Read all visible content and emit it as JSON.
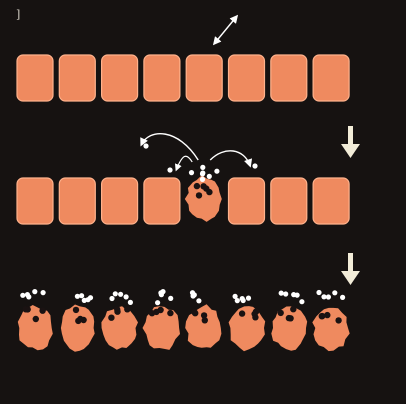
{
  "panel_label": "]",
  "colors": {
    "background": "#161211",
    "cell_fill": "#ef8a5f",
    "cell_edge": "#ffb28c",
    "vesicle": "#ffffff",
    "nucleus": "#1a1212",
    "arrow": "#f2ecd8",
    "curve": "#ffffff"
  },
  "rows": [
    {
      "name": "intact",
      "cells": 8,
      "state": "intact",
      "lysed_index": null,
      "flow_arrow": false
    },
    {
      "name": "single-lysis",
      "cells": 8,
      "state": "intact",
      "lysed_index": 4,
      "flow_arrow": true
    },
    {
      "name": "all-lysed",
      "cells": 8,
      "state": "lysed",
      "lysed_index": null,
      "flow_arrow": true
    }
  ]
}
